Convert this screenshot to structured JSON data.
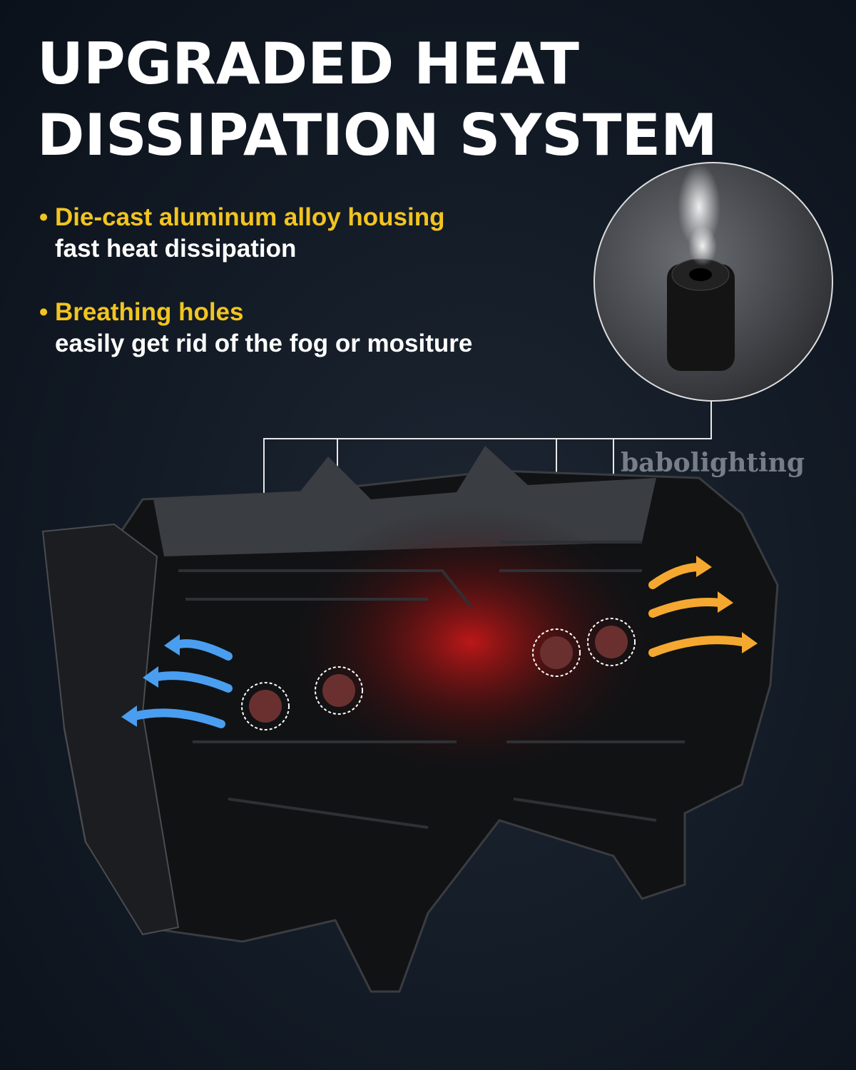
{
  "title": {
    "line1": "UPGRADED HEAT",
    "line2": "DISSIPATION SYSTEM"
  },
  "features": [
    {
      "bullet": "•",
      "heading": "Die-cast aluminum alloy housing",
      "sub": "fast heat dissipation"
    },
    {
      "bullet": "•",
      "heading": "Breathing holes",
      "sub": "easily get rid of the fog or mositure"
    }
  ],
  "watermark": "babolighting",
  "colors": {
    "heading": "#f2c420",
    "text": "#ffffff",
    "cool_arrow": "#4a9ef0",
    "warm_arrow": "#f5a830",
    "glow": "#c01818"
  }
}
